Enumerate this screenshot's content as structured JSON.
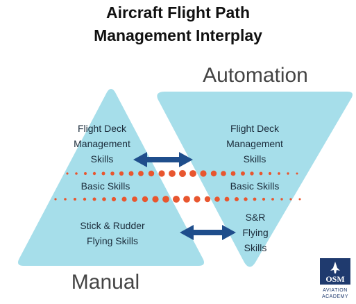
{
  "title": {
    "line1": "Aircraft Flight Path",
    "line2": "Management Interplay"
  },
  "automation_label": "Automation",
  "manual_label": "Manual",
  "left_triangle": {
    "flight_deck": [
      "Flight Deck",
      "Management",
      "Skills"
    ],
    "basic": "Basic Skills",
    "stick": [
      "Stick & Rudder",
      "Flying Skills"
    ]
  },
  "right_triangle": {
    "flight_deck": [
      "Flight Deck",
      "Management",
      "Skills"
    ],
    "basic": "Basic Skills",
    "sr": [
      "S&R",
      "Flying",
      "Skills"
    ]
  },
  "logo": {
    "name": "OSM",
    "line1": "AVIATION",
    "line2": "ACADEMY"
  },
  "colors": {
    "triangle_fill": "#a6deea",
    "arrow": "#1f4e8c",
    "dots": "#e8562f",
    "logo_navy": "#1f3a6e"
  }
}
